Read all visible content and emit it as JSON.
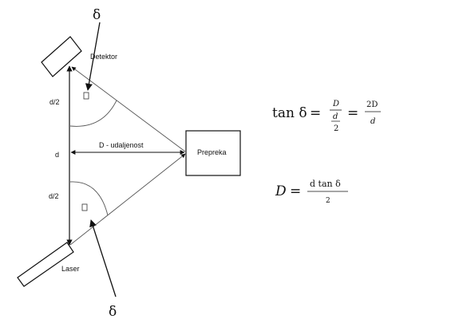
{
  "labels": {
    "delta_top": "δ",
    "delta_bottom": "δ",
    "detektor": "Detektor",
    "laser": "Laser",
    "prepreka": "Prepreka",
    "distance": "D - udaljenost",
    "half_top": "d/2",
    "full": "d",
    "half_bottom": "d/2"
  },
  "formula1": {
    "lhs": "tan δ",
    "eq1": "=",
    "num1": "D",
    "inner_num": "d",
    "inner_den": "2",
    "eq2": "=",
    "num2": "2D",
    "den2": "d"
  },
  "formula2": {
    "lhs": "D",
    "eq": "=",
    "num": "d  tan δ",
    "den": "2"
  },
  "colors": {
    "line": "#111111",
    "thin_line": "#555555",
    "background": "#ffffff"
  }
}
